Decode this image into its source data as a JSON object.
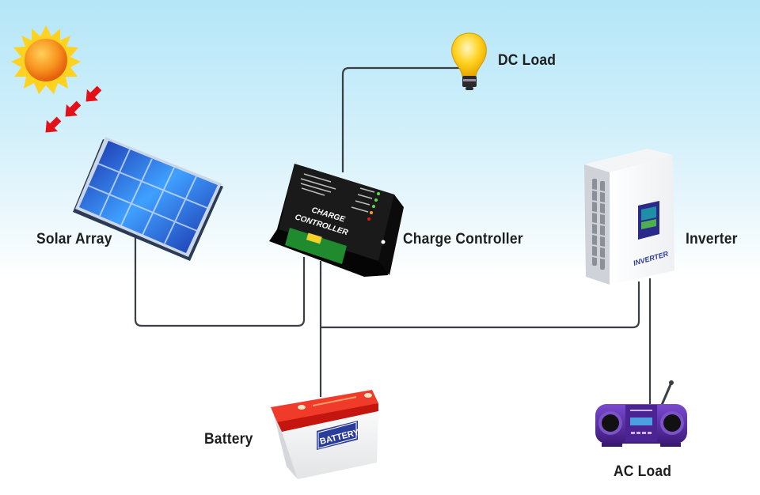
{
  "diagram": {
    "title": "Off-grid solar power system",
    "components": {
      "sun": {
        "icon": "sun-icon"
      },
      "solar_array": {
        "label": "Solar Array",
        "icon": "solar-panel-icon"
      },
      "charge_controller": {
        "label": "Charge Controller",
        "icon": "charge-controller-icon",
        "device_text_line1": "CHARGE",
        "device_text_line2": "CONTROLLER"
      },
      "dc_load": {
        "label": "DC Load",
        "icon": "light-bulb-icon"
      },
      "inverter": {
        "label": "Inverter",
        "icon": "inverter-icon",
        "device_text": "INVERTER"
      },
      "battery": {
        "label": "Battery",
        "icon": "battery-icon",
        "device_text": "BATTERY"
      },
      "ac_load": {
        "label": "AC Load",
        "icon": "boombox-radio-icon"
      }
    },
    "connections": [
      {
        "from": "Solar Array",
        "to": "Charge Controller"
      },
      {
        "from": "Charge Controller",
        "to": "DC Load"
      },
      {
        "from": "Charge Controller",
        "to": "Battery"
      },
      {
        "from": "Charge Controller",
        "to": "Inverter"
      },
      {
        "from": "Inverter",
        "to": "AC Load"
      }
    ],
    "colors": {
      "sky_top": "#b4e6f8",
      "wire": "#3a3f44",
      "sun": "#f7931e",
      "arrow": "#e3101a",
      "panel": "#1d3fc4",
      "battery_top": "#e01e14",
      "radio": "#5a2a9c"
    }
  }
}
